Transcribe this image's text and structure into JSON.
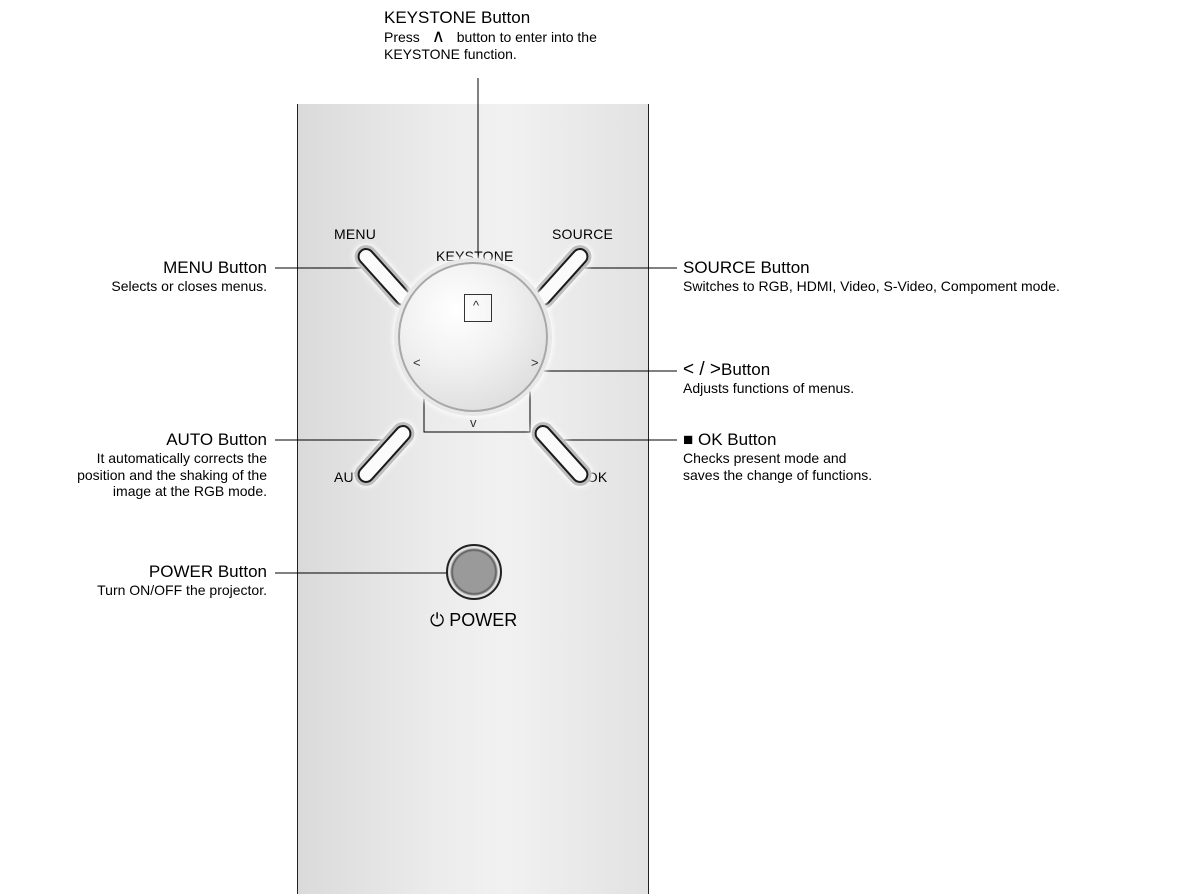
{
  "panel_labels": {
    "menu": "MENU",
    "keystone": "KEYSTONE",
    "source": "SOURCE",
    "auto": "AUTO",
    "ok": "■ OK",
    "power_symbol": "⏻",
    "power": "POWER"
  },
  "callouts": {
    "keystone": {
      "title": "KEYSTONE Button",
      "desc_part1": "Press",
      "desc_symbol": "∧",
      "desc_part2": "button to enter into the",
      "desc_line2": "KEYSTONE function."
    },
    "menu": {
      "title": "MENU Button",
      "desc": "Selects or closes menus."
    },
    "source": {
      "title": "SOURCE Button",
      "desc": "Switches to RGB, HDMI, Video, S-Video, Compoment mode."
    },
    "arrows": {
      "title_symbols": "< / >",
      "title_word": "Button",
      "desc": "Adjusts functions of menus."
    },
    "auto": {
      "title": "AUTO Button",
      "desc_line1": "It automatically corrects the",
      "desc_line2": "position and the shaking of the",
      "desc_line3": "image at the  RGB mode."
    },
    "ok": {
      "title": "■ OK Button",
      "desc_line1": "Checks present mode and",
      "desc_line2": "saves the change of functions."
    },
    "power": {
      "title": "POWER Button",
      "desc": "Turn ON/OFF the projector."
    }
  },
  "icons": {
    "up": "^",
    "down": "v",
    "left": "<",
    "right": ">"
  }
}
